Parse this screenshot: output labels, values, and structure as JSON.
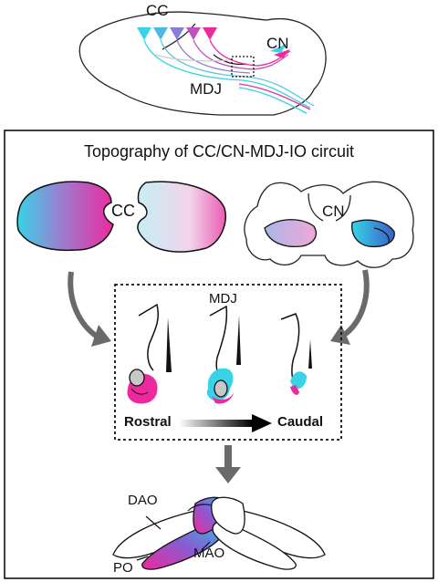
{
  "labels": {
    "top_cc": "CC",
    "top_cn": "CN",
    "top_mdj": "MDJ",
    "title": "Topography of CC/CN-MDJ-IO circuit",
    "cc": "CC",
    "cn": "CN",
    "mdj": "MDJ",
    "rostral": "Rostral",
    "caudal": "Caudal",
    "dao": "DAO",
    "mao": "MAO",
    "po": "PO"
  },
  "colors": {
    "cyan": "#38d3e6",
    "magenta": "#ec2a9e",
    "light_cyan": "#bff0f6",
    "light_pink": "#f7c6e4",
    "gray_arrow": "#6a6a6a",
    "nucleus_gray": "#c8c8c8"
  },
  "icons": {
    "curved_arrows": "curved-arrow-icon",
    "down_arrow": "down-arrow-icon",
    "gradient_arrow": "gradient-arrow-icon"
  }
}
